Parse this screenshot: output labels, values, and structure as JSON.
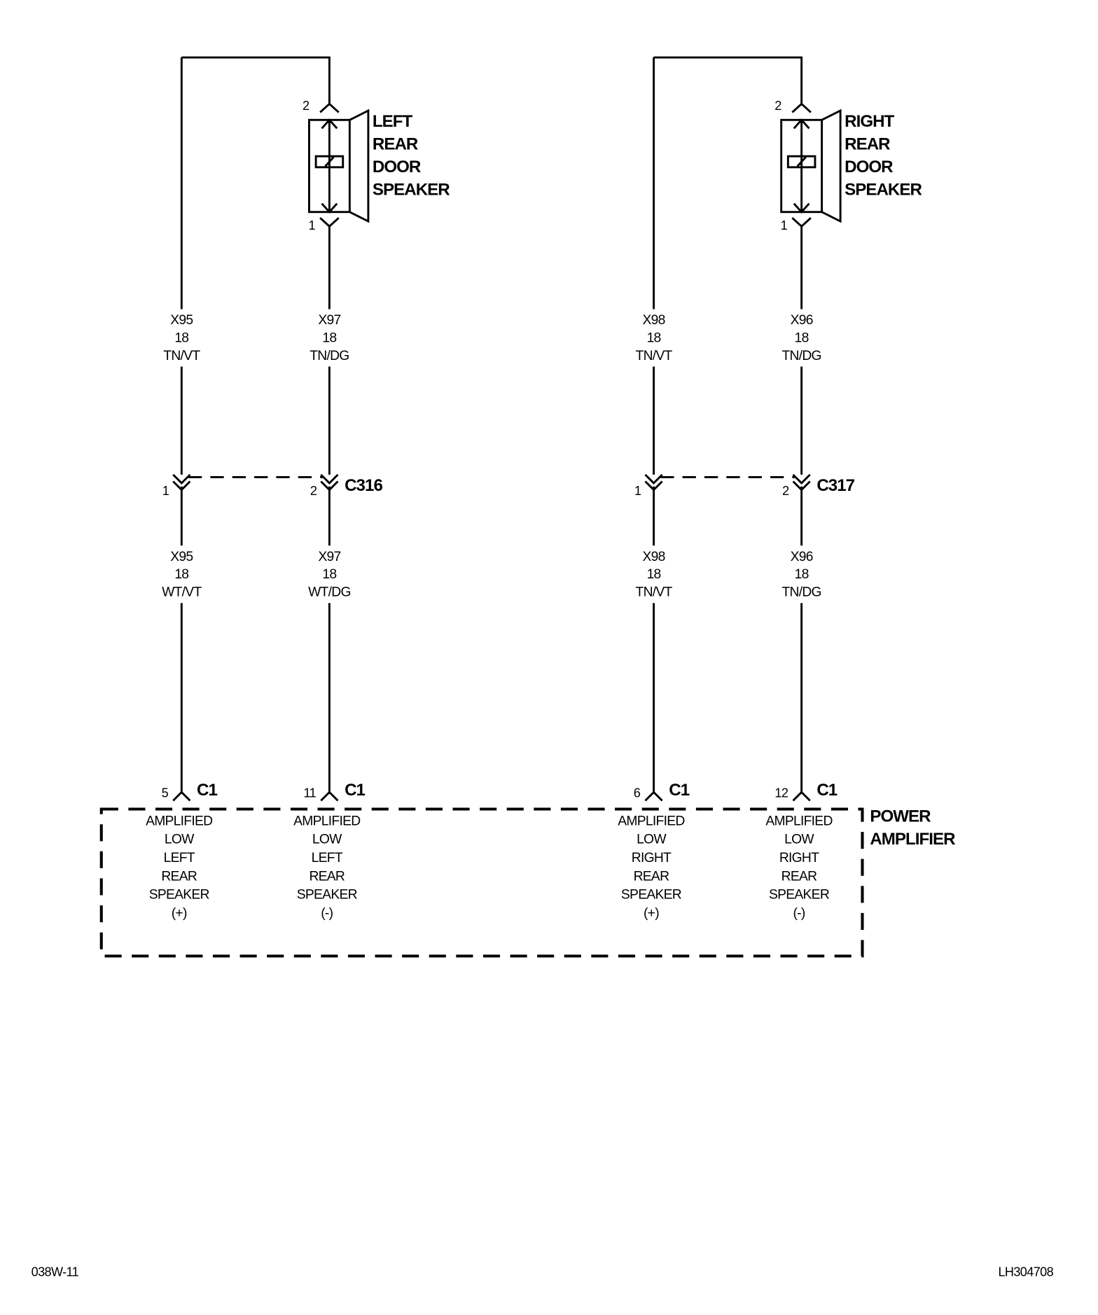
{
  "speakers": [
    {
      "name": [
        "LEFT",
        "REAR",
        "DOOR",
        "SPEAKER"
      ],
      "pin_top": "2",
      "pin_bottom": "1"
    },
    {
      "name": [
        "RIGHT",
        "REAR",
        "DOOR",
        "SPEAKER"
      ],
      "pin_top": "2",
      "pin_bottom": "1"
    }
  ],
  "inline_connectors": [
    {
      "name": "C316",
      "pins": [
        "1",
        "2"
      ]
    },
    {
      "name": "C317",
      "pins": [
        "1",
        "2"
      ]
    }
  ],
  "wires": [
    {
      "upper": [
        "X95",
        "18",
        "TN/VT"
      ],
      "lower": [
        "X95",
        "18",
        "WT/VT"
      ],
      "amp_pin": "5",
      "amp_connector": "C1",
      "function": [
        "AMPLIFIED",
        "LOW",
        "LEFT",
        "REAR",
        "SPEAKER",
        "(+)"
      ]
    },
    {
      "upper": [
        "X97",
        "18",
        "TN/DG"
      ],
      "lower": [
        "X97",
        "18",
        "WT/DG"
      ],
      "amp_pin": "11",
      "amp_connector": "C1",
      "function": [
        "AMPLIFIED",
        "LOW",
        "LEFT",
        "REAR",
        "SPEAKER",
        "(-)"
      ]
    },
    {
      "upper": [
        "X98",
        "18",
        "TN/VT"
      ],
      "lower": [
        "X98",
        "18",
        "TN/VT"
      ],
      "amp_pin": "6",
      "amp_connector": "C1",
      "function": [
        "AMPLIFIED",
        "LOW",
        "RIGHT",
        "REAR",
        "SPEAKER",
        "(+)"
      ]
    },
    {
      "upper": [
        "X96",
        "18",
        "TN/DG"
      ],
      "lower": [
        "X96",
        "18",
        "TN/DG"
      ],
      "amp_pin": "12",
      "amp_connector": "C1",
      "function": [
        "AMPLIFIED",
        "LOW",
        "RIGHT",
        "REAR",
        "SPEAKER",
        "(-)"
      ]
    }
  ],
  "module": {
    "name": [
      "POWER",
      "AMPLIFIER"
    ]
  },
  "footer": {
    "left": "038W-11",
    "right": "LH304708"
  }
}
